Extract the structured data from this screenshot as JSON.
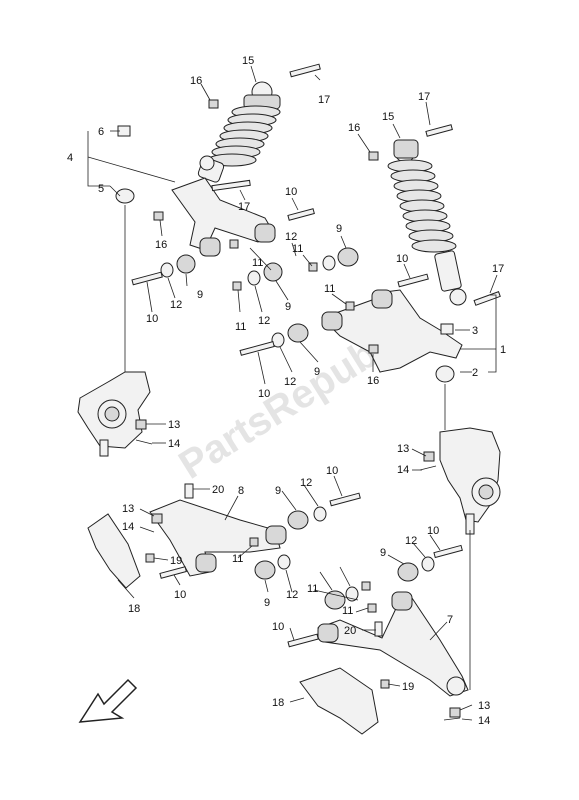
{
  "watermark": "PartsRepublik",
  "callouts": [
    {
      "id": "c15a",
      "text": "15"
    },
    {
      "id": "c16a",
      "text": "16"
    },
    {
      "id": "c17a",
      "text": "17"
    },
    {
      "id": "c6",
      "text": "6"
    },
    {
      "id": "c4",
      "text": "4"
    },
    {
      "id": "c5",
      "text": "5"
    },
    {
      "id": "c17b",
      "text": "17"
    },
    {
      "id": "c16b",
      "text": "16"
    },
    {
      "id": "c10a",
      "text": "10"
    },
    {
      "id": "c9a",
      "text": "9"
    },
    {
      "id": "c12a",
      "text": "12"
    },
    {
      "id": "c11a",
      "text": "11"
    },
    {
      "id": "c11b",
      "text": "11"
    },
    {
      "id": "c9b",
      "text": "9"
    },
    {
      "id": "c12b",
      "text": "12"
    },
    {
      "id": "c10b",
      "text": "10"
    },
    {
      "id": "c11c",
      "text": "11"
    },
    {
      "id": "c12c",
      "text": "12"
    },
    {
      "id": "c9c",
      "text": "9"
    },
    {
      "id": "c15b",
      "text": "15"
    },
    {
      "id": "c16c",
      "text": "16"
    },
    {
      "id": "c17c",
      "text": "17"
    },
    {
      "id": "c17d",
      "text": "17"
    },
    {
      "id": "c10c",
      "text": "10"
    },
    {
      "id": "c11d",
      "text": "11"
    },
    {
      "id": "c3",
      "text": "3"
    },
    {
      "id": "c1",
      "text": "1"
    },
    {
      "id": "c2",
      "text": "2"
    },
    {
      "id": "c10d",
      "text": "10"
    },
    {
      "id": "c12d",
      "text": "12"
    },
    {
      "id": "c9d",
      "text": "9"
    },
    {
      "id": "c16d",
      "text": "16"
    },
    {
      "id": "c13a",
      "text": "13"
    },
    {
      "id": "c14a",
      "text": "14"
    },
    {
      "id": "c13b",
      "text": "13"
    },
    {
      "id": "c14b",
      "text": "14"
    },
    {
      "id": "c20a",
      "text": "20"
    },
    {
      "id": "c8",
      "text": "8"
    },
    {
      "id": "c13c",
      "text": "13"
    },
    {
      "id": "c14c",
      "text": "14"
    },
    {
      "id": "c19a",
      "text": "19"
    },
    {
      "id": "c18a",
      "text": "18"
    },
    {
      "id": "c10e",
      "text": "10"
    },
    {
      "id": "c11e",
      "text": "11"
    },
    {
      "id": "c9e",
      "text": "9"
    },
    {
      "id": "c12e",
      "text": "12"
    },
    {
      "id": "c10f",
      "text": "10"
    },
    {
      "id": "c9f",
      "text": "9"
    },
    {
      "id": "c12f",
      "text": "12"
    },
    {
      "id": "c10g",
      "text": "10"
    },
    {
      "id": "c9g",
      "text": "9"
    },
    {
      "id": "c12g",
      "text": "12"
    },
    {
      "id": "c11f",
      "text": "11"
    },
    {
      "id": "c11g",
      "text": "11"
    },
    {
      "id": "c20b",
      "text": "20"
    },
    {
      "id": "c7",
      "text": "7"
    },
    {
      "id": "c10h",
      "text": "10"
    },
    {
      "id": "c19b",
      "text": "19"
    },
    {
      "id": "c18b",
      "text": "18"
    },
    {
      "id": "c13d",
      "text": "13"
    },
    {
      "id": "c14d",
      "text": "14"
    }
  ]
}
